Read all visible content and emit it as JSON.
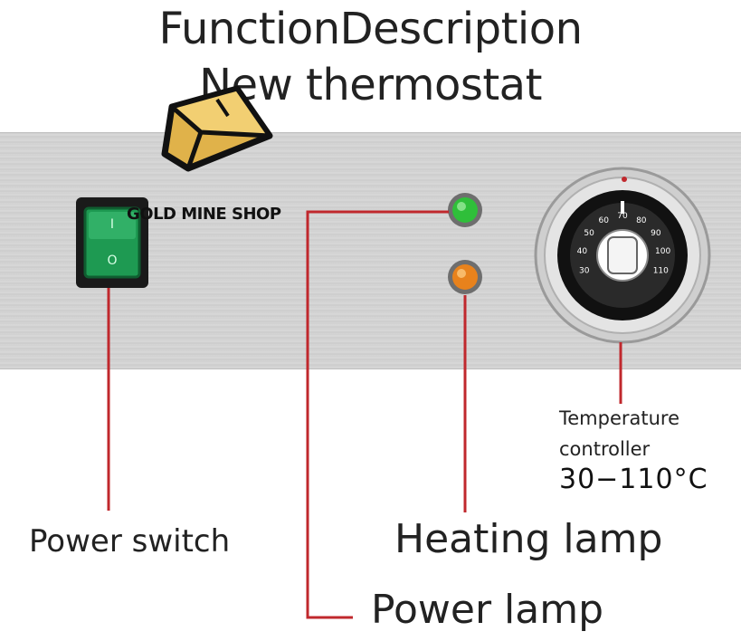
{
  "title": {
    "line1": "FunctionDescription",
    "line2": "New thermostat"
  },
  "watermark": {
    "text": "GOLD MINE SHOP"
  },
  "labels": {
    "power_switch": "Power switch",
    "heating_lamp": "Heating lamp",
    "power_lamp": "Power lamp",
    "temp_line1": "Temperature",
    "temp_line2": "controller",
    "temp_range": "30−110°C"
  },
  "switch": {
    "symbol_on": "I",
    "symbol_off": "O"
  },
  "dial": {
    "ticks_text": [
      "30",
      "40",
      "50",
      "60",
      "70",
      "80",
      "90",
      "100",
      "110"
    ]
  },
  "colors": {
    "leader_line": "#c0282d",
    "power_lamp": "#2fbf3a",
    "heating_lamp": "#e8821c",
    "switch_green": "#1e9a52",
    "logo_gold": "#e0b24a"
  }
}
